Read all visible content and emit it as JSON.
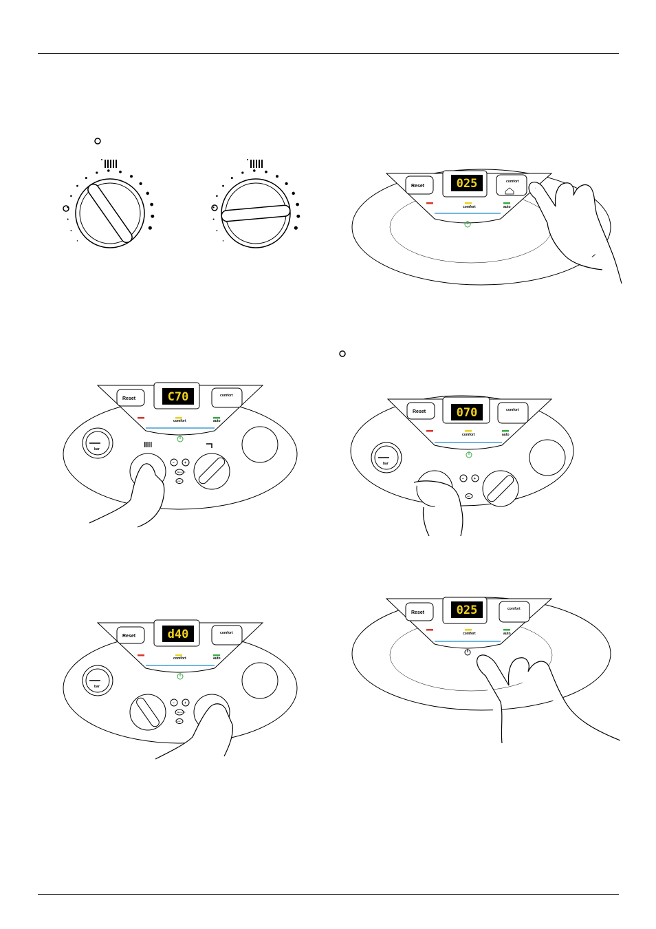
{
  "controls": {
    "reset": "Reset",
    "comfort": "comfort",
    "auto": "auto",
    "bar": "bar",
    "menu_ok": "Menu OK",
    "esc": "esc",
    "minus": "−",
    "plus": "+"
  },
  "displays": [
    {
      "id": "fig-top-right",
      "value": "025"
    },
    {
      "id": "fig-mid-left",
      "value": "C70"
    },
    {
      "id": "fig-mid-right",
      "value": "070"
    },
    {
      "id": "fig-bottom-left",
      "value": "d40"
    },
    {
      "id": "fig-bottom-right",
      "value": "025"
    }
  ],
  "colors": {
    "display_bg": "#000000",
    "display_text": "#f2d21a",
    "led_red": "#d9342b",
    "led_yellow": "#e8d21a",
    "led_green": "#3aa845",
    "accent_blue": "#6fb7e0",
    "power_green": "#3aa845"
  },
  "icons": [
    "marker-circle-icon",
    "radiator-icon",
    "tap-icon",
    "power-icon",
    "reset-icon",
    "home-icon",
    "pressure-gauge-icon",
    "hand-icon"
  ]
}
